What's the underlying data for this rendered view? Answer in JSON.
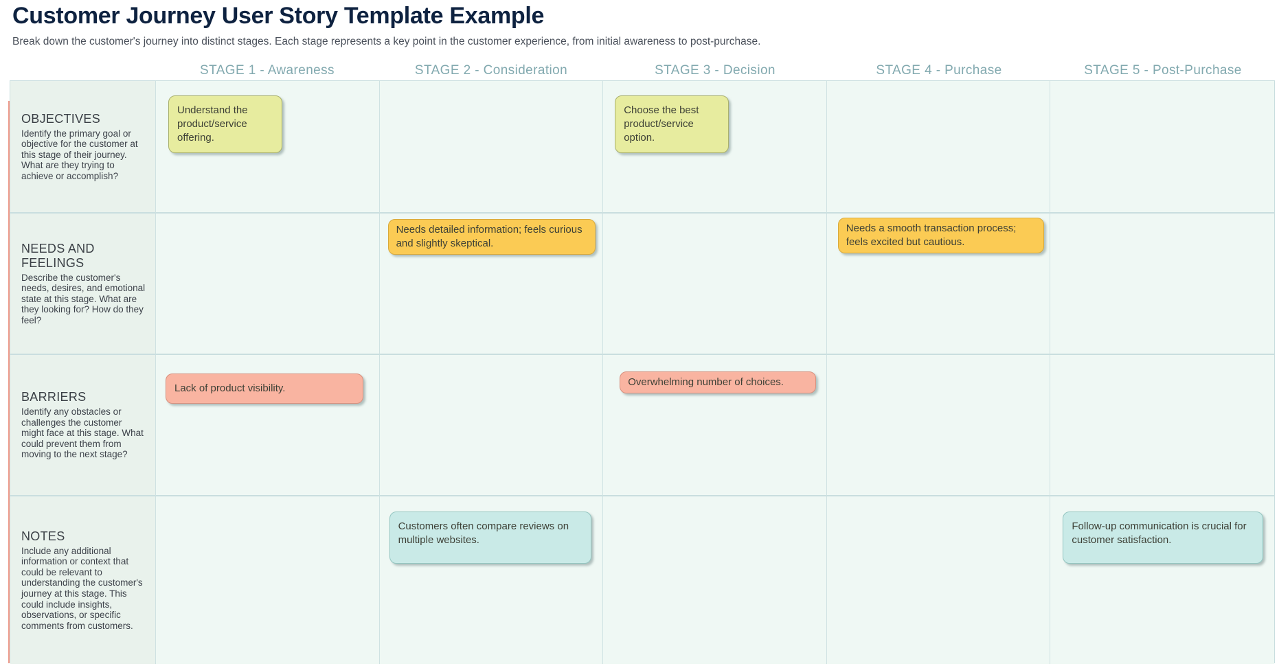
{
  "page": {
    "title": "Customer Journey User Story Template Example",
    "subtitle": "Break down the customer's journey into distinct stages. Each stage represents a key point in the customer experience, from initial awareness to post-purchase."
  },
  "stages": [
    {
      "label": "STAGE 1 - Awareness"
    },
    {
      "label": "STAGE 2 - Consideration"
    },
    {
      "label": "STAGE 3 - Decision"
    },
    {
      "label": "STAGE 4 - Purchase"
    },
    {
      "label": "STAGE 5 - Post-Purchase"
    }
  ],
  "rows": [
    {
      "title": "OBJECTIVES",
      "description": "Identify the primary goal or objective for the customer at this stage of their journey. What are they trying to achieve or accomplish?",
      "notes": [
        {
          "stage": 1,
          "color": "green",
          "text": "Understand the product/service offering."
        },
        {
          "stage": 3,
          "color": "green",
          "text": "Choose the best product/service option."
        }
      ]
    },
    {
      "title": "NEEDS AND FEELINGS",
      "description": "Describe the customer's needs, desires, and emotional state at this stage. What are they looking for? How do they feel?",
      "notes": [
        {
          "stage": 2,
          "color": "orange",
          "text": "Needs detailed information; feels curious and slightly skeptical."
        },
        {
          "stage": 4,
          "color": "orange",
          "text": "Needs a smooth transaction process; feels excited but cautious."
        }
      ]
    },
    {
      "title": "BARRIERS",
      "description": "Identify any obstacles or challenges the customer might face at this stage. What could prevent them from moving to the next stage?",
      "notes": [
        {
          "stage": 1,
          "color": "salmon",
          "text": "Lack of product visibility."
        },
        {
          "stage": 3,
          "color": "salmon",
          "text": "Overwhelming number of choices."
        }
      ]
    },
    {
      "title": "NOTES",
      "description": "Include any additional information or context that could be relevant to understanding the customer's journey at this stage. This could include insights, observations, or specific comments from customers.",
      "notes": [
        {
          "stage": 2,
          "color": "teal",
          "text": "Customers often compare reviews on multiple websites."
        },
        {
          "stage": 5,
          "color": "teal",
          "text": "Follow-up communication is crucial for customer satisfaction."
        }
      ]
    }
  ],
  "colors": {
    "title_text": "#0e2240",
    "subtitle_text": "#4a505a",
    "stage_header_text": "#82a9af",
    "row_header_bg": "#e9f2ec",
    "cell_bg": "#eff8f4",
    "grid_line": "#c9dedf",
    "left_accent": "#ef9a8b",
    "note_green": "#e7ec9f",
    "note_orange": "#fbcb54",
    "note_salmon": "#f9b4a1",
    "note_teal": "#c9eae7"
  }
}
